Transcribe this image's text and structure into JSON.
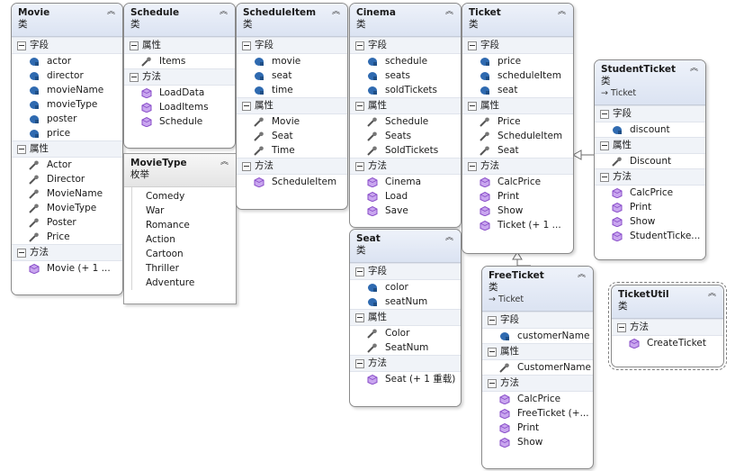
{
  "labels": {
    "fields": "字段",
    "properties": "属性",
    "methods": "方法"
  },
  "classes": {
    "movie": {
      "name": "Movie",
      "stereotype": "类",
      "fields": [
        "actor",
        "director",
        "movieName",
        "movieType",
        "poster",
        "price"
      ],
      "properties": [
        "Actor",
        "Director",
        "MovieName",
        "MovieType",
        "Poster",
        "Price"
      ],
      "methods": [
        "Movie (+ 1 ..."
      ]
    },
    "schedule": {
      "name": "Schedule",
      "stereotype": "类",
      "properties": [
        "Items"
      ],
      "methods": [
        "LoadData",
        "LoadItems",
        "Schedule"
      ]
    },
    "movie_type": {
      "name": "MovieType",
      "stereotype": "枚举",
      "values": [
        "Comedy",
        "War",
        "Romance",
        "Action",
        "Cartoon",
        "Thriller",
        "Adventure"
      ]
    },
    "schedule_item": {
      "name": "ScheduleItem",
      "stereotype": "类",
      "fields": [
        "movie",
        "seat",
        "time"
      ],
      "properties": [
        "Movie",
        "Seat",
        "Time"
      ],
      "methods": [
        "ScheduleItem"
      ]
    },
    "cinema": {
      "name": "Cinema",
      "stereotype": "类",
      "fields": [
        "schedule",
        "seats",
        "soldTickets"
      ],
      "properties": [
        "Schedule",
        "Seats",
        "SoldTickets"
      ],
      "methods": [
        "Cinema",
        "Load",
        "Save"
      ]
    },
    "seat": {
      "name": "Seat",
      "stereotype": "类",
      "fields": [
        "color",
        "seatNum"
      ],
      "properties": [
        "Color",
        "SeatNum"
      ],
      "methods": [
        "Seat (+ 1 重载)"
      ]
    },
    "ticket": {
      "name": "Ticket",
      "stereotype": "类",
      "fields": [
        "price",
        "scheduleItem",
        "seat"
      ],
      "properties": [
        "Price",
        "ScheduleItem",
        "Seat"
      ],
      "methods": [
        "CalcPrice",
        "Print",
        "Show",
        "Ticket (+ 1 ..."
      ]
    },
    "student_ticket": {
      "name": "StudentTicket",
      "stereotype": "类",
      "base": "→ Ticket",
      "fields": [
        "discount"
      ],
      "properties": [
        "Discount"
      ],
      "methods": [
        "CalcPrice",
        "Print",
        "Show",
        "StudentTicke..."
      ]
    },
    "free_ticket": {
      "name": "FreeTicket",
      "stereotype": "类",
      "base": "→ Ticket",
      "fields": [
        "customerName"
      ],
      "properties": [
        "CustomerName"
      ],
      "methods": [
        "CalcPrice",
        "FreeTicket (+...",
        "Print",
        "Show"
      ]
    },
    "ticket_util": {
      "name": "TicketUtil",
      "stereotype": "类",
      "methods": [
        "CreateTicket"
      ]
    }
  },
  "collapse_glyph": "︽",
  "colors": {
    "header_gradient_top": "#eef2fa",
    "header_gradient_bottom": "#dbe3f2",
    "field_icon": "#2f6ab0",
    "method_icon": "#8a4fc9",
    "property_icon": "#555555"
  }
}
